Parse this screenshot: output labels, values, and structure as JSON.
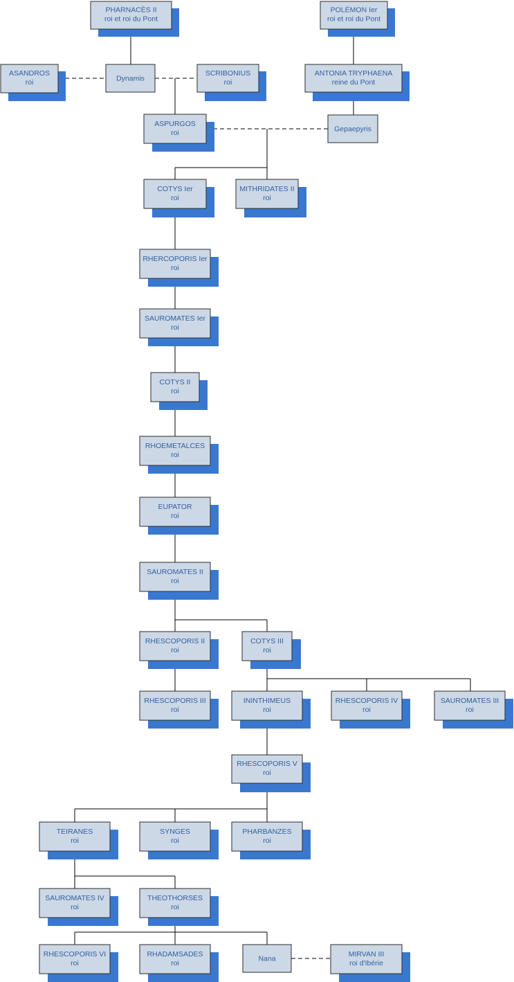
{
  "people": {
    "pharnaces2": {
      "name": "PHARNACÈS II",
      "title": "roi et roi du Pont"
    },
    "polemon1": {
      "name": "POLÉMON Ier",
      "title": "roi et roi du Pont"
    },
    "asandros": {
      "name": "ASANDROS",
      "title": "roi"
    },
    "dynamis": {
      "name": "Dynamis",
      "title": ""
    },
    "scribonius": {
      "name": "SCRIBONIUS",
      "title": "roi"
    },
    "antonia": {
      "name": "ANTONIA TRYPHAENA",
      "title": "reine du Pont"
    },
    "aspurgos": {
      "name": "ASPURGOS",
      "title": "roi"
    },
    "gepaepyris": {
      "name": "Gepaepyris",
      "title": ""
    },
    "cotys1": {
      "name": "COTYS Ier",
      "title": "roi"
    },
    "mithridates2": {
      "name": "MITHRIDATES II",
      "title": "roi"
    },
    "rhercoporis1": {
      "name": "RHERCOPORIS Ier",
      "title": "roi"
    },
    "sauromates1": {
      "name": "SAUROMATES Ier",
      "title": "roi"
    },
    "cotys2": {
      "name": "COTYS II",
      "title": "roi"
    },
    "rhoemetalces": {
      "name": "RHOEMETALCES",
      "title": "roi"
    },
    "eupator": {
      "name": "EUPATOR",
      "title": "roi"
    },
    "sauromates2": {
      "name": "SAUROMATES II",
      "title": "roi"
    },
    "rhescoporis2": {
      "name": "RHESCOPORIS II",
      "title": "roi"
    },
    "cotys3": {
      "name": "COTYS III",
      "title": "roi"
    },
    "rhescoporis3": {
      "name": "RHESCOPORIS III",
      "title": "roi"
    },
    "ininthimeus": {
      "name": "ININTHIMEUS",
      "title": "roi"
    },
    "rhescoporis4": {
      "name": "RHESCOPORIS IV",
      "title": "roi"
    },
    "sauromates3": {
      "name": "SAUROMATES III",
      "title": "roi"
    },
    "rhescoporis5": {
      "name": "RHESCOPORIS V",
      "title": "roi"
    },
    "teiranes": {
      "name": "TEIRANES",
      "title": "roi"
    },
    "synges": {
      "name": "SYNGES",
      "title": "roi"
    },
    "pharbanzes": {
      "name": "PHARBANZES",
      "title": "roi"
    },
    "sauromates4": {
      "name": "SAUROMATES IV",
      "title": "roi"
    },
    "theothorses": {
      "name": "THEOTHORSES",
      "title": "roi"
    },
    "rhescoporis6": {
      "name": "RHESCOPORIS VI",
      "title": "roi"
    },
    "rhadamsades": {
      "name": "RHADAMSADES",
      "title": "roi"
    },
    "nana": {
      "name": "Nana",
      "title": ""
    },
    "mirvan3": {
      "name": "MIRVAN III",
      "title": "roi d'Ibérie"
    }
  },
  "colors": {
    "box_fill": "#cdd8e6",
    "box_shadow": "#3a78d0",
    "text": "#2f5f9f",
    "line": "#000000"
  }
}
